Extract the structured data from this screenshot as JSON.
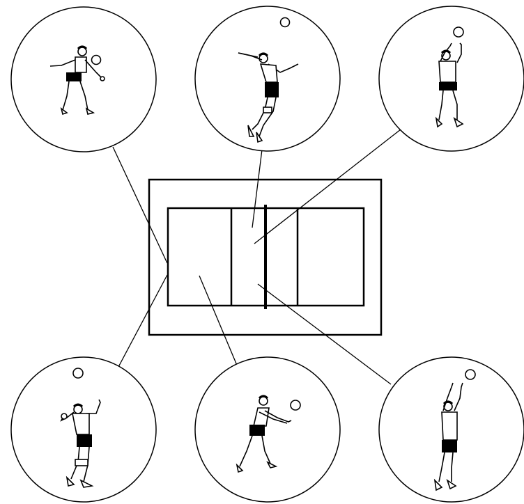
{
  "diagram": {
    "subject": "volleyball-court-player-positions",
    "colors": {
      "stroke": "#000000",
      "background": "#ffffff",
      "skin": "#ffffff",
      "shorts": "#000000"
    },
    "players": [
      {
        "id": "top-left",
        "action": "serve-receive",
        "icon": "player-icon"
      },
      {
        "id": "top-center",
        "action": "spike",
        "icon": "player-icon"
      },
      {
        "id": "top-right",
        "action": "set",
        "icon": "player-icon"
      },
      {
        "id": "bottom-left",
        "action": "serve",
        "icon": "player-icon"
      },
      {
        "id": "bottom-center",
        "action": "dig",
        "icon": "player-icon"
      },
      {
        "id": "bottom-right",
        "action": "block",
        "icon": "player-icon"
      }
    ]
  }
}
